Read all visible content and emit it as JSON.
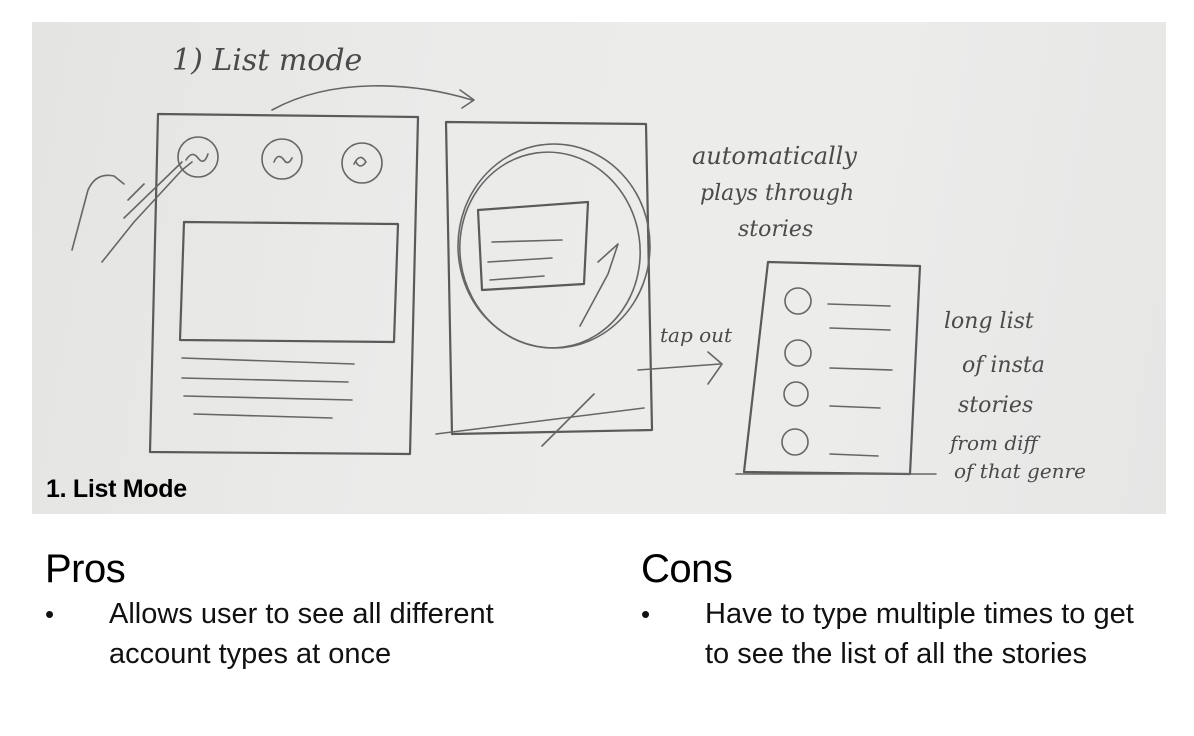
{
  "sketch": {
    "title": "1) List mode",
    "note_auto_play": [
      "automatically",
      "plays through",
      "stories"
    ],
    "note_tap_out": "tap out",
    "note_long_list": [
      "long list",
      "of insta",
      "stories",
      "from diff",
      "of that genre"
    ],
    "caption": "1. List Mode"
  },
  "pros": {
    "heading": "Pros",
    "items": [
      "Allows user to see all different account types at once"
    ]
  },
  "cons": {
    "heading": "Cons",
    "items": [
      "Have to type multiple times to get to see the list of all the stories"
    ]
  },
  "colors": {
    "background": "#ffffff",
    "sketch_paper": "#ebebea",
    "pencil": "#5a5a5a",
    "text": "#000000"
  }
}
